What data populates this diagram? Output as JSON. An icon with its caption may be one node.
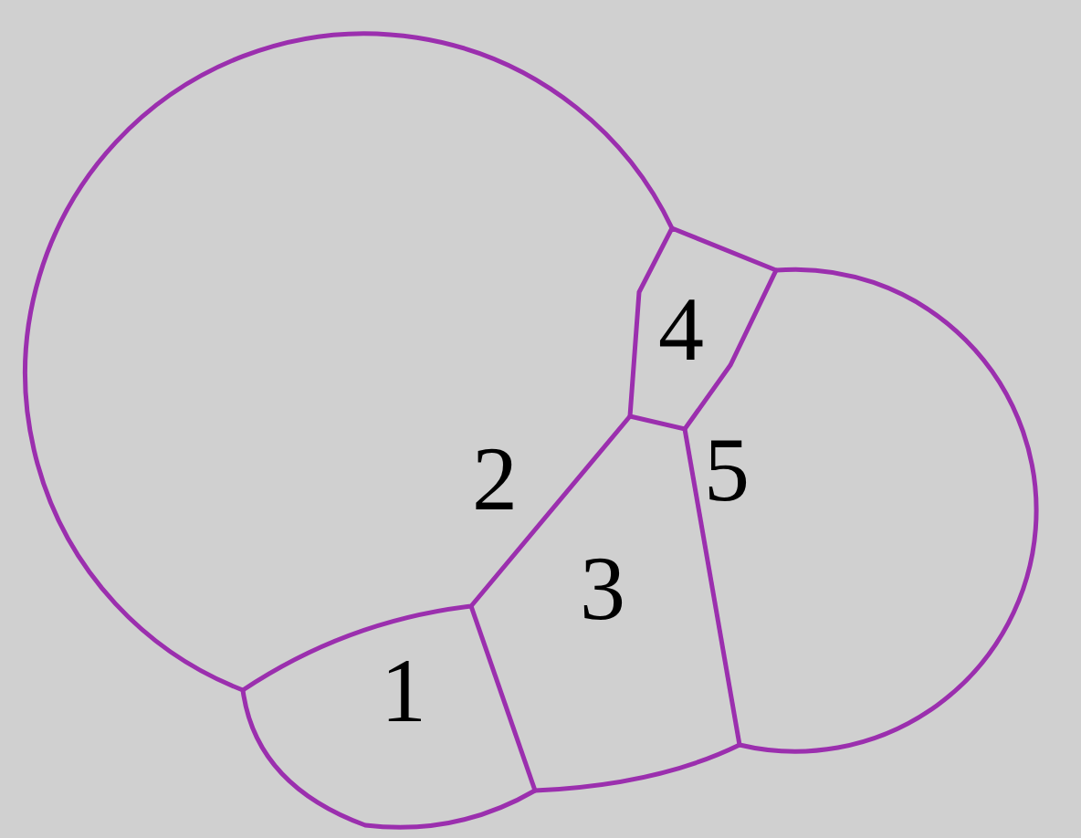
{
  "diagram": {
    "labels": [
      "4",
      "2",
      "5",
      "3",
      "1"
    ]
  }
}
